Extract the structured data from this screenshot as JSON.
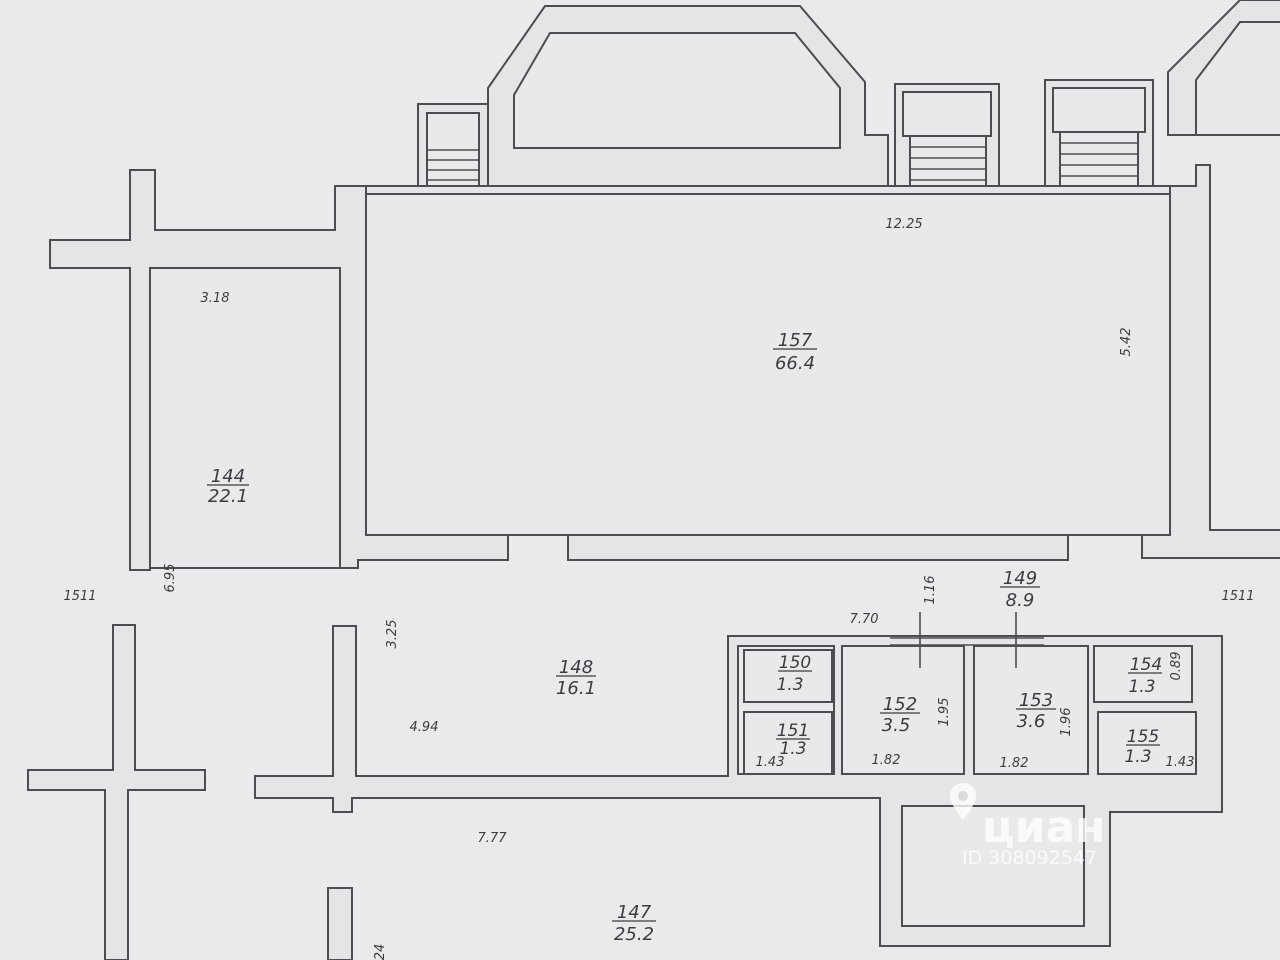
{
  "rooms": [
    {
      "id": "157",
      "area": "66.4"
    },
    {
      "id": "144",
      "area": "22.1"
    },
    {
      "id": "148",
      "area": "16.1"
    },
    {
      "id": "147",
      "area": "25.2"
    },
    {
      "id": "149",
      "area": "8.9"
    },
    {
      "id": "150",
      "area": "1.3"
    },
    {
      "id": "151",
      "area": "1.3"
    },
    {
      "id": "152",
      "area": "3.5"
    },
    {
      "id": "153",
      "area": "3.6"
    },
    {
      "id": "154",
      "area": "1.3"
    },
    {
      "id": "155",
      "area": "1.3"
    }
  ],
  "dimensions": {
    "d_12_25": "12.25",
    "d_5_42": "5.42",
    "d_3_18": "3.18",
    "d_6_95": "6.95",
    "d_3_25": "3.25",
    "d_4_94": "4.94",
    "d_7_70": "7.70",
    "d_1_16": "1.16",
    "d_7_77": "7.77",
    "d_1_95": "1.95",
    "d_1_96": "1.96",
    "d_1_82_a": "1.82",
    "d_1_82_b": "1.82",
    "d_1_43_a": "1.43",
    "d_1_43_b": "1.43",
    "d_0_89": "0.89",
    "d_24": "24"
  },
  "axis_labels": {
    "left": "1511",
    "right": "1511"
  },
  "watermark": {
    "brand": "циан",
    "listing_id": "ID 308092547",
    "icon": "map-pin-icon"
  }
}
